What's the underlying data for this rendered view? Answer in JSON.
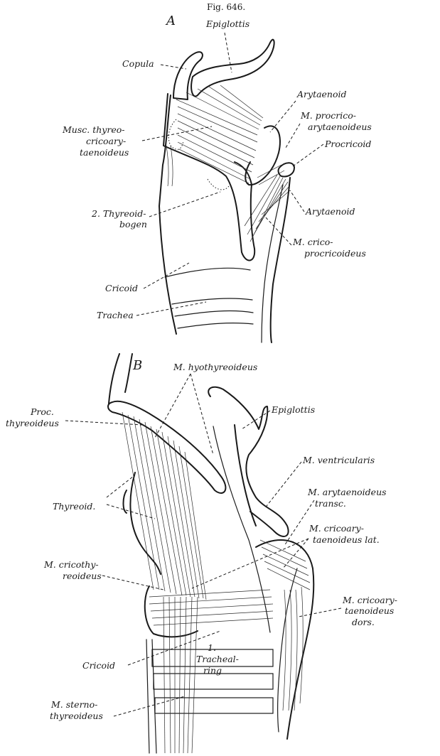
{
  "figure": {
    "caption": "Fig. 646.",
    "panel_a": {
      "letter": "A",
      "labels": {
        "epiglottis": "Epiglottis",
        "copula": "Copula",
        "arytaenoid_upper": "Arytaenoid",
        "procrico_1": "M. procrico-",
        "procrico_2": "arytaenoideus",
        "procricoid": "Procricoid",
        "musc_thyreo_1": "Musc. thyreo-",
        "musc_thyreo_2": "cricoary-",
        "musc_thyreo_3": "taenoideus",
        "arytaenoid_lower": "Arytaenoid",
        "thyreoid_bogen_1": "2. Thyreoid-",
        "thyreoid_bogen_2": "bogen",
        "crico_procrico_1": "M. crico-",
        "crico_procrico_2": "procricoideus",
        "cricoid": "Cricoid",
        "trachea": "Trachea"
      }
    },
    "panel_b": {
      "letter": "B",
      "labels": {
        "hyothyreoideus": "M. hyothyreoideus",
        "proc_thyreoideus_1": "Proc.",
        "proc_thyreoideus_2": "thyreoideus",
        "epiglottis": "Epiglottis",
        "ventricularis": "M. ventricularis",
        "arytaenoideus_1": "M. arytaenoideus",
        "arytaenoideus_2": "transc.",
        "thyreoid": "Thyreoid.",
        "cricoary_lat_1": "M. cricoary-",
        "cricoary_lat_2": "taenoideus lat.",
        "cricothy_1": "M. cricothy-",
        "cricothy_2": "reoideus",
        "cricoary_dors_1": "M. cricoary-",
        "cricoary_dors_2": "taenoideus",
        "cricoary_dors_3": "dors.",
        "cricoid": "Cricoid",
        "tracheal_ring_1": "1.",
        "tracheal_ring_2": "Tracheal-",
        "tracheal_ring_3": "ring",
        "sternothy_1": "M. sterno-",
        "sternothy_2": "thyreoideus"
      }
    }
  }
}
